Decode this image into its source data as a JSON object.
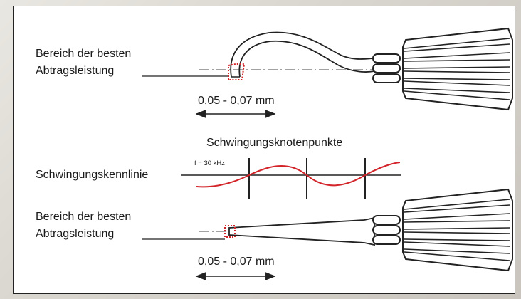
{
  "colors": {
    "accent_red": "#d3242a",
    "stroke": "#222222",
    "background": "#ffffff"
  },
  "top_diagram": {
    "label_line1": "Bereich der besten",
    "label_line2": "Abtragsleistung",
    "range_text": "0,05 - 0,07 mm"
  },
  "middle": {
    "nodes_title": "Schwingungsknotenpunkte",
    "curve_label": "Schwingungskennlinie",
    "frequency_label": "f = 30 kHz"
  },
  "bottom_diagram": {
    "label_line1": "Bereich der besten",
    "label_line2": "Abtragsleistung",
    "range_text": "0,05 - 0,07 mm"
  }
}
